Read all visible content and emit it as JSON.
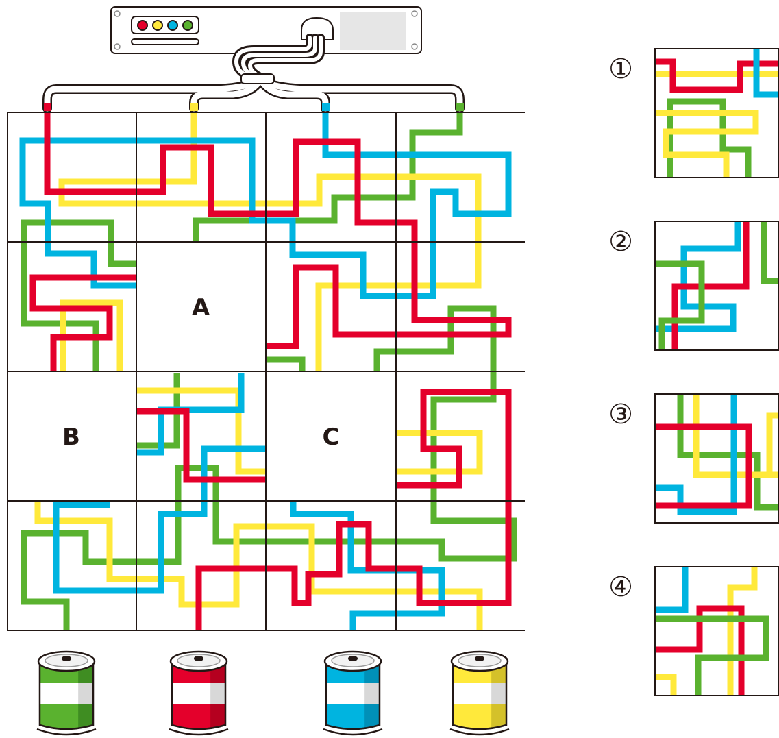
{
  "puzzle": {
    "missing_pieces": [
      {
        "id": "A",
        "label": "A"
      },
      {
        "id": "B",
        "label": "B"
      },
      {
        "id": "C",
        "label": "C"
      }
    ],
    "options": [
      {
        "id": "1",
        "label": "①"
      },
      {
        "id": "2",
        "label": "②"
      },
      {
        "id": "3",
        "label": "③"
      },
      {
        "id": "4",
        "label": "④"
      }
    ]
  },
  "server": {
    "indicator_lights": [
      "red",
      "yellow",
      "blue",
      "green"
    ]
  },
  "cans": [
    {
      "name": "green",
      "color": "#5ab22f",
      "dark": "#3f8d22"
    },
    {
      "name": "red",
      "color": "#e4002b",
      "dark": "#b5001f"
    },
    {
      "name": "blue",
      "color": "#00b4e0",
      "dark": "#0090b8"
    },
    {
      "name": "yellow",
      "color": "#ffe93b",
      "dark": "#d4c12a"
    }
  ],
  "colors": {
    "red": "#e4002b",
    "yellow": "#ffe93b",
    "blue": "#00b4e0",
    "green": "#5ab22f",
    "line": "#231815"
  }
}
